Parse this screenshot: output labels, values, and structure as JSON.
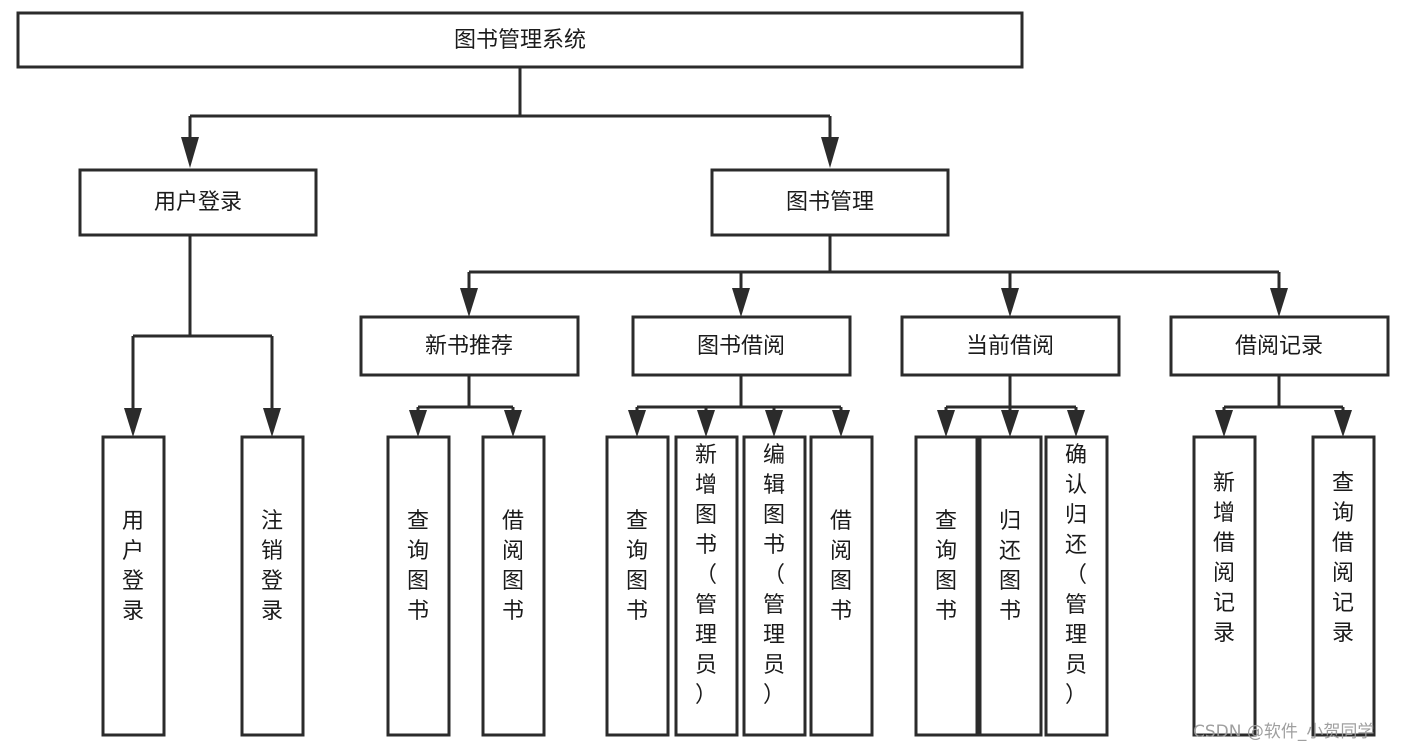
{
  "diagram": {
    "type": "tree-hierarchy-diagram",
    "title": "图书管理系统",
    "orientation": "top-down",
    "colors": {
      "box_fill": "#ffffff",
      "box_stroke": "#2b2b2b",
      "text": "#1b1b1b",
      "connector": "#2b2b2b",
      "background": "#ffffff",
      "watermark": "#9a9a9a"
    },
    "root": {
      "label": "图书管理系统"
    },
    "level2": [
      {
        "label": "用户登录"
      },
      {
        "label": "图书管理"
      }
    ],
    "level3": [
      {
        "label": "新书推荐"
      },
      {
        "label": "图书借阅"
      },
      {
        "label": "当前借阅"
      },
      {
        "label": "借阅记录"
      }
    ],
    "leaves": {
      "user_login": [
        {
          "label": "用户登录"
        },
        {
          "label": "注销登录"
        }
      ],
      "new_book_recommend": [
        {
          "label": "查询图书"
        },
        {
          "label": "借阅图书"
        }
      ],
      "book_borrow": [
        {
          "label": "查询图书"
        },
        {
          "label": "新增图书（管理员）"
        },
        {
          "label": "编辑图书（管理员）"
        },
        {
          "label": "借阅图书"
        }
      ],
      "current_borrow": [
        {
          "label": "查询图书"
        },
        {
          "label": "归还图书"
        },
        {
          "label": "确认归还（管理员）"
        }
      ],
      "borrow_record": [
        {
          "label": "新增借阅记录"
        },
        {
          "label": "查询借阅记录"
        }
      ]
    }
  },
  "watermark": {
    "text": "CSDN @软件_小贺同学"
  }
}
